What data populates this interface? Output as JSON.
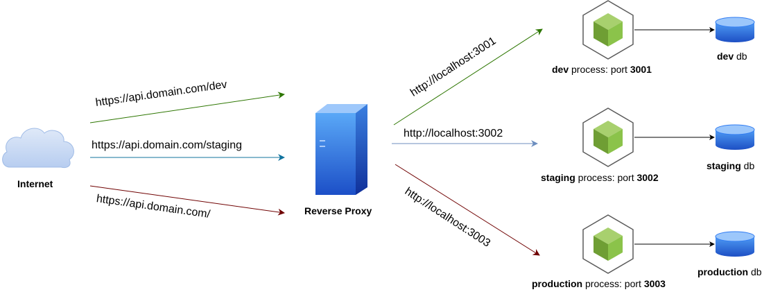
{
  "colors": {
    "dev": "#2d7600",
    "staging": "#10739e",
    "production": "#6f0000",
    "staging_local": "#6c8ebf",
    "neutral": "#000000",
    "cloud": "#c8dbf5",
    "server_blue": "#2f7bf2",
    "node_green": "#8bc34a",
    "db_blue": "#2f7bf2"
  },
  "nodes": {
    "internet": {
      "label": "Internet",
      "icon": "cloud-icon"
    },
    "proxy": {
      "label": "Reverse Proxy",
      "icon": "server-icon"
    },
    "dev_process": {
      "bold": "dev",
      "text": " process: port ",
      "port": "3001",
      "icon": "node-icon"
    },
    "staging_process": {
      "bold": "staging",
      "text": " process: port ",
      "port": "3002",
      "icon": "node-icon"
    },
    "production_process": {
      "bold": "production",
      "text": " process: port ",
      "port": "3003",
      "icon": "node-icon"
    },
    "dev_db": {
      "bold": "dev",
      "text": " db",
      "icon": "database-icon"
    },
    "staging_db": {
      "bold": "staging",
      "text": " db",
      "icon": "database-icon"
    },
    "production_db": {
      "bold": "production",
      "text": " db",
      "icon": "database-icon"
    }
  },
  "edges": {
    "internet_dev": "https://api.domain.com/dev",
    "internet_staging": "https://api.domain.com/staging",
    "internet_production": "https://api.domain.com/",
    "proxy_dev": "http://localhost:3001",
    "proxy_staging": "http://localhost:3002",
    "proxy_production": "http://localhost:3003"
  }
}
